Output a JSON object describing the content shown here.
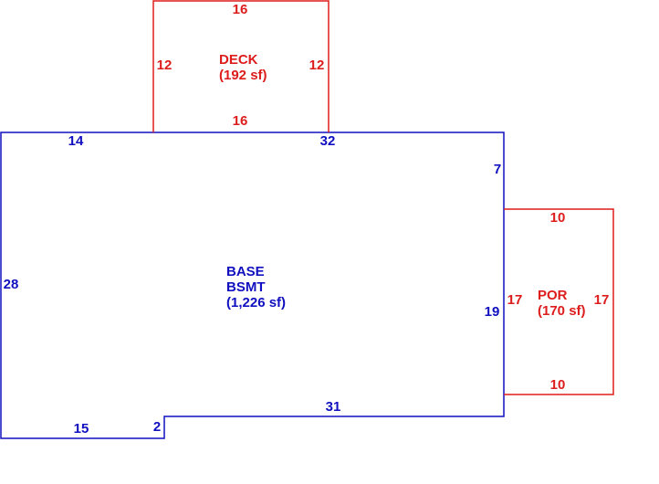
{
  "colors": {
    "main": "#1010c0",
    "addition": "#dd1c1c",
    "background": "#ffffff"
  },
  "base": {
    "name_line1": "BASE",
    "name_line2": "BSMT",
    "area": "(1,226 sf)",
    "dimensions": {
      "top_left": "14",
      "top_right": "32",
      "right_upper": "7",
      "right_lower": "19",
      "bottom_right": "31",
      "notch": "2",
      "bottom_left": "15",
      "left": "28"
    }
  },
  "deck": {
    "name": "DECK",
    "area": "(192 sf)",
    "dimensions": {
      "top": "16",
      "bottom": "16",
      "left": "12",
      "right": "12"
    }
  },
  "porch": {
    "name": "POR",
    "area": "(170 sf)",
    "dimensions": {
      "top": "10",
      "bottom": "10",
      "left": "17",
      "right": "17"
    }
  }
}
